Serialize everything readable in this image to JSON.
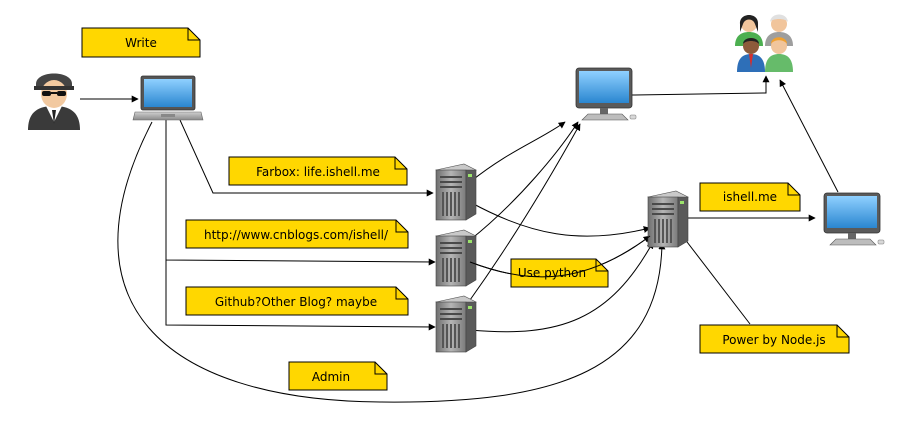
{
  "notes": {
    "write": "Write",
    "farbox": "Farbox: life.ishell.me",
    "cnblogs": "http://www.cnblogs.com/ishell/",
    "github": "Github?Other Blog? maybe",
    "admin": "Admin",
    "use_python": "Use python",
    "ishell_me": "ishell.me",
    "nodejs": "Power by Node.js"
  },
  "colors": {
    "note_fill": "#ffd700",
    "note_stroke": "#000000",
    "line": "#000000",
    "screen": "#4fa3e0",
    "server": "#8c8c8c"
  },
  "icons": {
    "hacker": "hacker-icon",
    "laptop": "laptop-icon",
    "desktop": "desktop-icon",
    "server": "server-icon",
    "users": "users-group-icon"
  }
}
